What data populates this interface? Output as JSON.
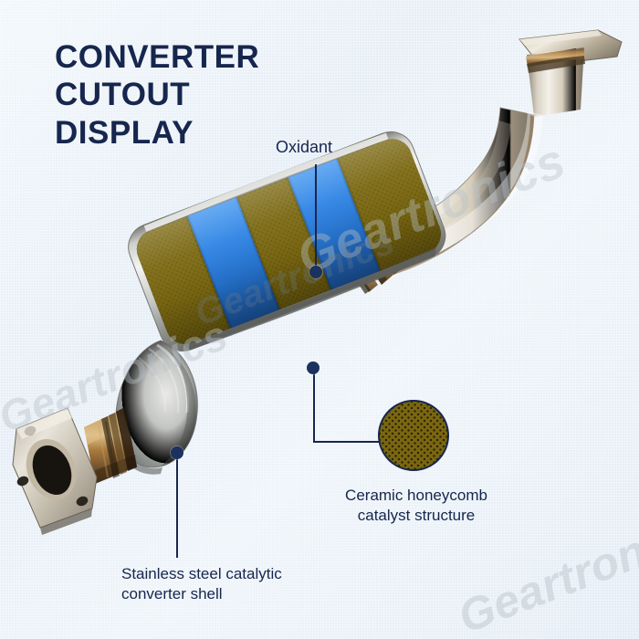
{
  "title": {
    "line1": "CONVERTER",
    "line2": "CUTOUT",
    "line3": "DISPLAY",
    "color": "#16264d"
  },
  "callouts": {
    "oxidant": {
      "label": "Oxidant",
      "marker": "leader-dot"
    },
    "shell": {
      "label": "Stainless steel catalytic\nconverter shell",
      "marker": "leader-dot"
    },
    "honeycomb": {
      "label": "Ceramic honeycomb\ncatalyst structure",
      "marker": "leader-dot",
      "inset_icon": "honeycomb-circle-icon"
    }
  },
  "watermark": {
    "text": "Geartronics",
    "color": "#b9c2c9"
  },
  "part": {
    "name": "catalytic-converter-assembly",
    "cutaway_bands": [
      {
        "material": "ceramic-honeycomb",
        "color": "#7d6a12"
      },
      {
        "material": "oxidant",
        "color": "#2a7fe0"
      },
      {
        "material": "ceramic-honeycomb",
        "color": "#7d6a12"
      },
      {
        "material": "oxidant",
        "color": "#2a7fe0"
      },
      {
        "material": "ceramic-honeycomb",
        "color": "#7d6a12"
      }
    ],
    "components": [
      "top-flange",
      "curved-exhaust-pipe",
      "weld-collar",
      "converter-shell",
      "cone-end-cap",
      "inlet-pipe",
      "bottom-oval-flange"
    ]
  },
  "colors": {
    "background": "#eaf1f7",
    "navy": "#16264d",
    "oxidant_blue": "#2a7fe0",
    "catalyst_gold": "#7d6a12",
    "steel": "#c9cbc8"
  }
}
